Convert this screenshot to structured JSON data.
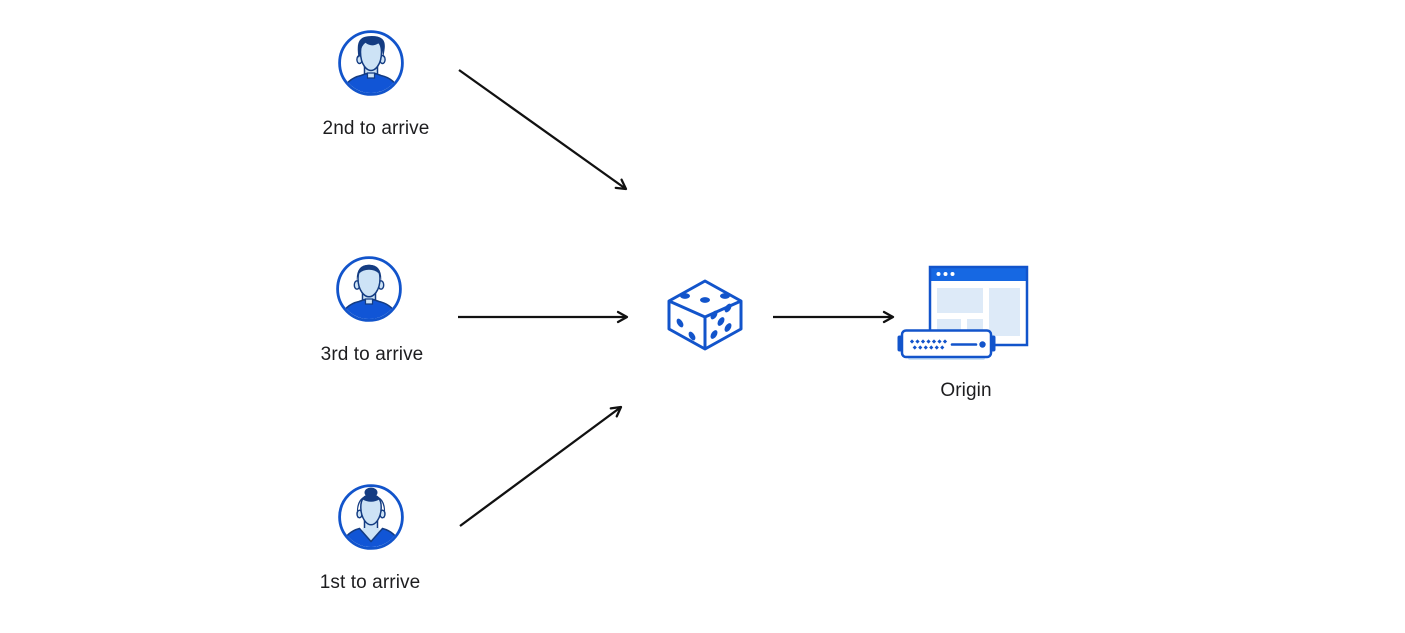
{
  "colors": {
    "background": "#ffffff",
    "stroke_blue": "#1254cb",
    "dark_navy": "#143c82",
    "shirt_blue": "#1155d6",
    "face_light_blue": "#cde3f6",
    "panel_light_blue": "#ddeaf8",
    "titlebar_blue": "#1668e3",
    "arrow_black": "#111111",
    "label_text": "#1d1d1f"
  },
  "diagram": {
    "clients": [
      {
        "id": "client-2nd",
        "label": "2nd to arrive",
        "icon": "man-swept-hair-avatar-icon"
      },
      {
        "id": "client-3rd",
        "label": "3rd to arrive",
        "icon": "man-short-hair-avatar-icon"
      },
      {
        "id": "client-1st",
        "label": "1st to arrive",
        "icon": "woman-bun-avatar-icon"
      }
    ],
    "router": {
      "id": "random-selector",
      "icon": "dice-icon"
    },
    "origin": {
      "id": "origin-server",
      "label": "Origin",
      "icon": "origin-server-icon"
    },
    "connections": [
      {
        "from": "client-2nd",
        "to": "random-selector"
      },
      {
        "from": "client-3rd",
        "to": "random-selector"
      },
      {
        "from": "client-1st",
        "to": "random-selector"
      },
      {
        "from": "random-selector",
        "to": "origin-server"
      }
    ]
  }
}
